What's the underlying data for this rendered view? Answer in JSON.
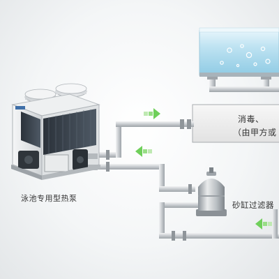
{
  "labels": {
    "heat_pump": "泳池专用型热泵",
    "sand_filter": "砂缸过滤器",
    "disinfection_line1": "消毒、",
    "disinfection_line2": "（由甲方或"
  },
  "colors": {
    "pipe": "#c2c6ca",
    "arrow_green": "#6fcf5a",
    "pool_water": "#bfe3f2",
    "unit_frame": "#e6e8ea",
    "condenser": "#3d4650",
    "box_fill": "#eeeeee"
  }
}
